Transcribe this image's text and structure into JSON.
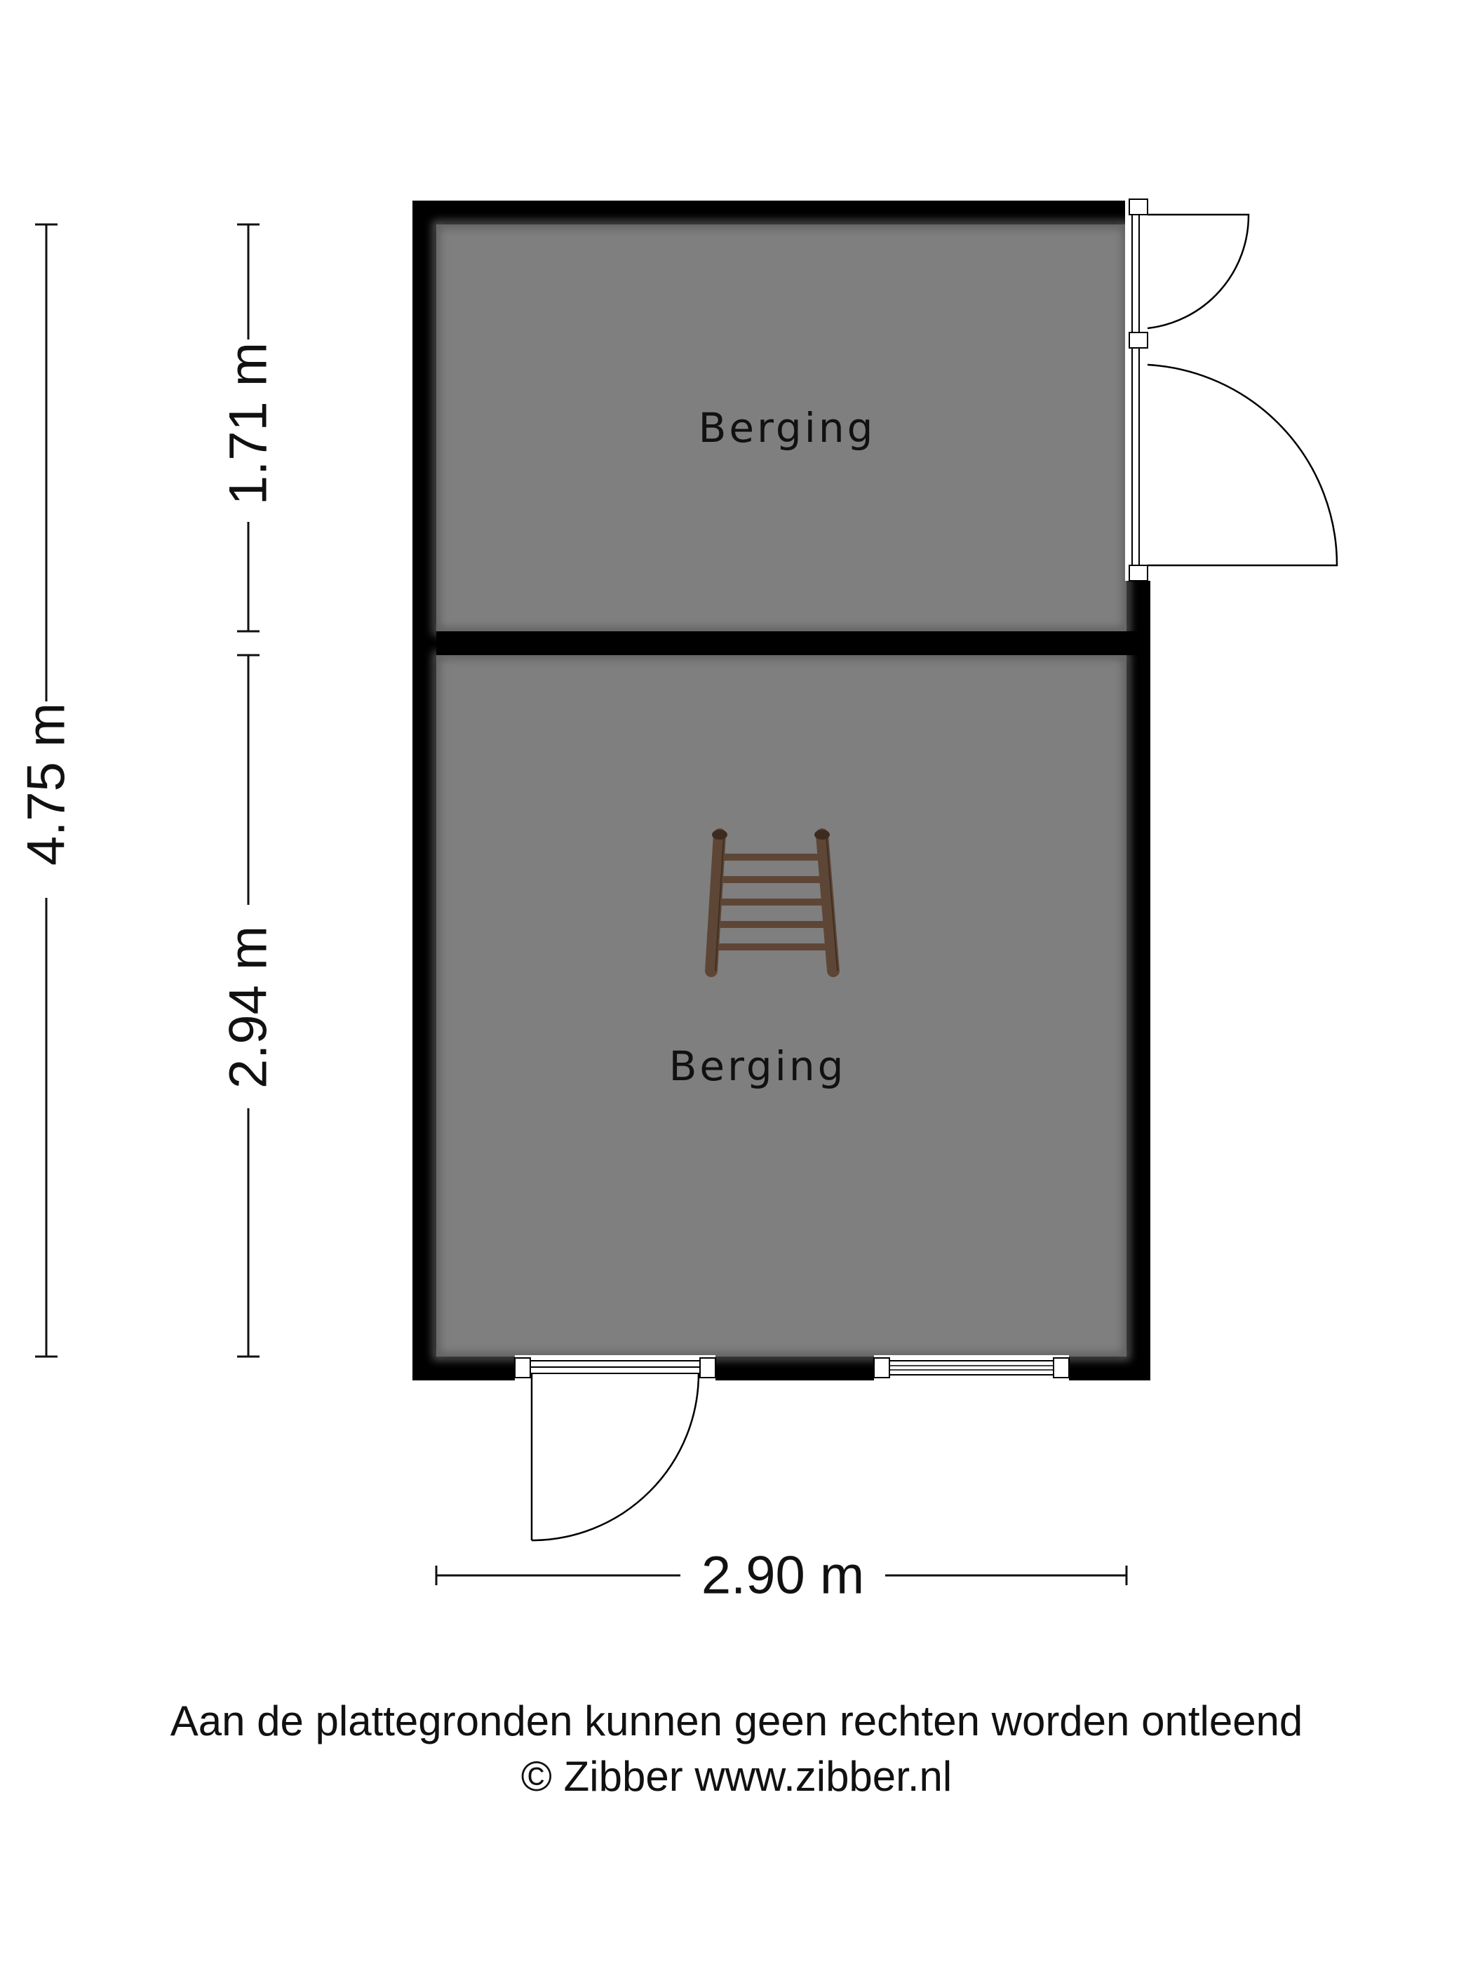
{
  "rooms": [
    {
      "label": "Berging"
    },
    {
      "label": "Berging"
    }
  ],
  "dimensions": {
    "total_height": "4.75 m",
    "upper_room_height": "1.71 m",
    "lower_room_height": "2.94 m",
    "width": "2.90 m"
  },
  "footer": {
    "disclaimer": "Aan de plattegronden kunnen geen rechten worden ontleend",
    "copyright": "© Zibber www.zibber.nl"
  },
  "colors": {
    "wall": "#000000",
    "floor": "#808080",
    "ladder": "#5e4636"
  },
  "icons": {
    "ladder": "ladder-icon"
  }
}
